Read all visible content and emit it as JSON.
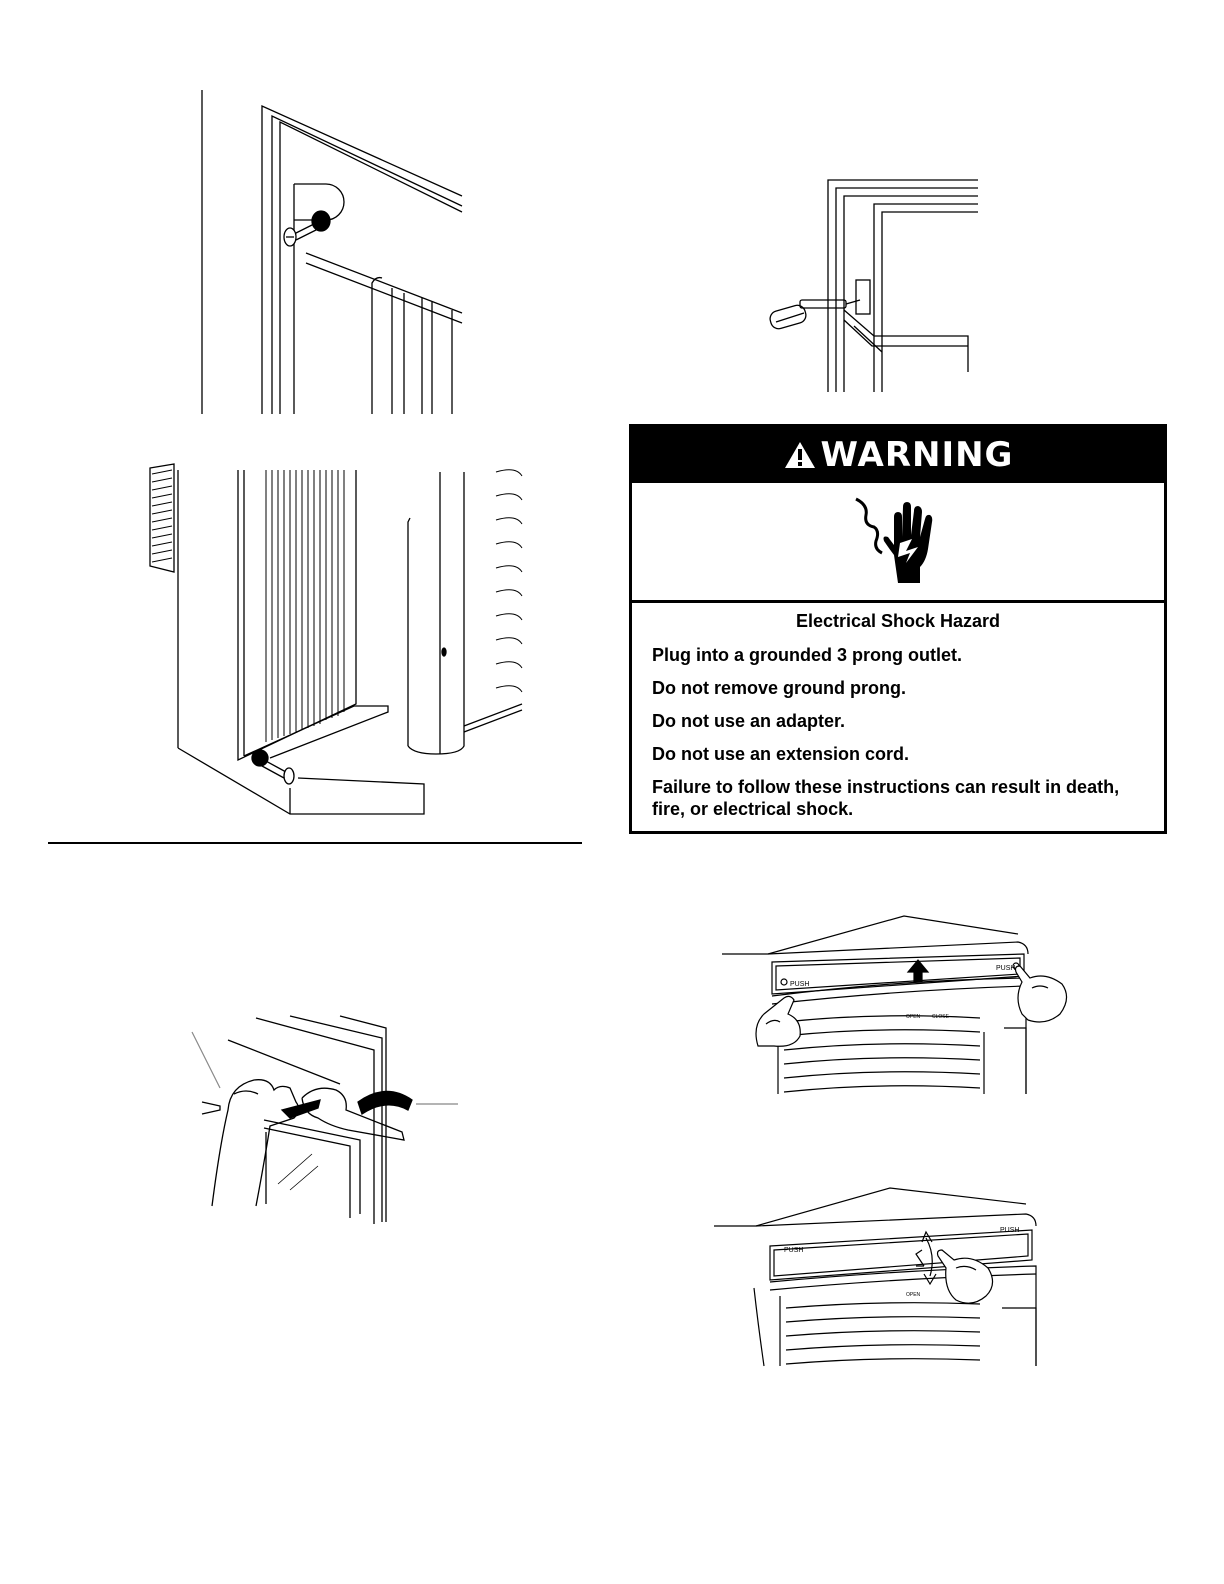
{
  "warning": {
    "title": "WARNING",
    "hazard": "Electrical Shock Hazard",
    "instructions": [
      "Plug into a grounded 3 prong outlet.",
      "Do not remove ground prong.",
      "Do not use an adapter.",
      "Do not use an extension cord.",
      "Failure to follow these instructions can result in death, fire, or electrical shock."
    ]
  },
  "figures": {
    "front_panel_labels": [
      "PUSH",
      "PUSH",
      "OPEN",
      "CLOSE"
    ]
  },
  "icons": {
    "alert": "warning-triangle-icon",
    "hazard": "electrical-shock-hand-icon"
  }
}
